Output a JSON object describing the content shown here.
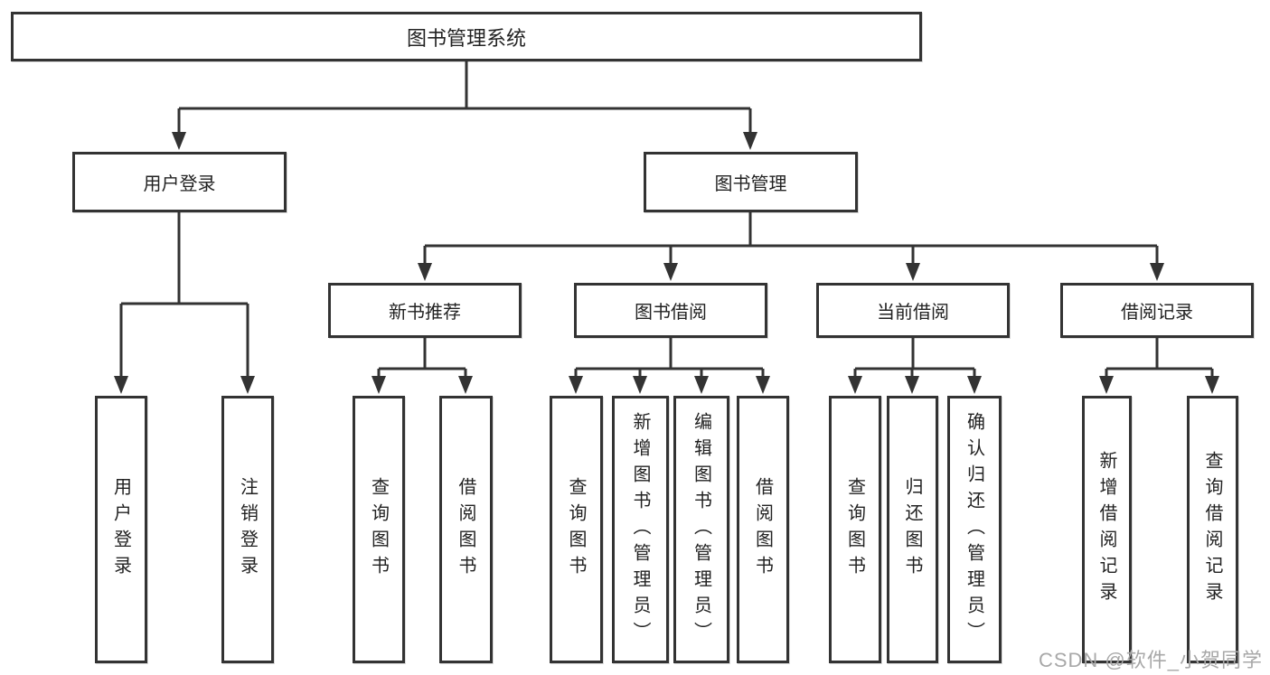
{
  "diagram": {
    "root": {
      "label": "图书管理系统"
    },
    "level2": [
      {
        "label": "用户登录"
      },
      {
        "label": "图书管理"
      }
    ],
    "level3": [
      {
        "label": "新书推荐"
      },
      {
        "label": "图书借阅"
      },
      {
        "label": "当前借阅"
      },
      {
        "label": "借阅记录"
      }
    ],
    "leaves": [
      {
        "label": "用户登录"
      },
      {
        "label": "注销登录"
      },
      {
        "label": "查询图书"
      },
      {
        "label": "借阅图书"
      },
      {
        "label": "查询图书"
      },
      {
        "label": "新增图书（管理员）"
      },
      {
        "label": "编辑图书（管理员）"
      },
      {
        "label": "借阅图书"
      },
      {
        "label": "查询图书"
      },
      {
        "label": "归还图书"
      },
      {
        "label": "确认归还（管理员）"
      },
      {
        "label": "新增借阅记录"
      },
      {
        "label": "查询借阅记录"
      }
    ]
  },
  "watermark": {
    "text": "CSDN @软件_小贺同学"
  },
  "colors": {
    "line": "#333333",
    "text": "#222222",
    "box_fill": "#ffffff",
    "background": "#ffffff",
    "watermark": "#a8a8a8"
  }
}
